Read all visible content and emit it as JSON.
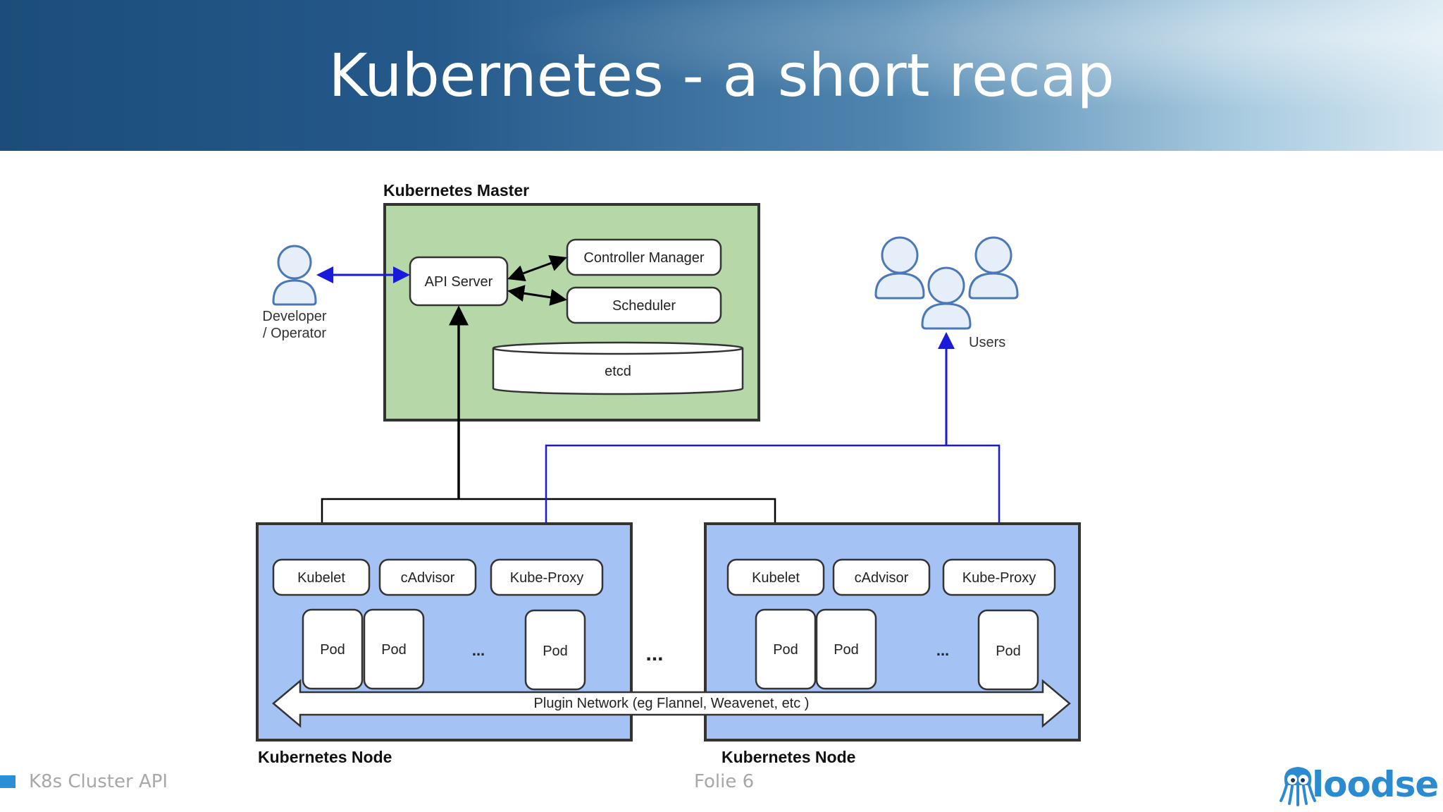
{
  "slide": {
    "title": "Kubernetes - a short recap",
    "footer_left": "K8s Cluster API",
    "footer_center": "Folie 6",
    "logo_text": "loodse"
  },
  "diagram": {
    "master_label": "Kubernetes Master",
    "api_server": "API Server",
    "controller_manager": "Controller Manager",
    "scheduler": "Scheduler",
    "etcd": "etcd",
    "developer_label_line1": "Developer",
    "developer_label_line2": "/ Operator",
    "users_label": "Users",
    "node_label": "Kubernetes Node",
    "kubelet": "Kubelet",
    "cadvisor": "cAdvisor",
    "kube_proxy": "Kube-Proxy",
    "pod": "Pod",
    "ellipsis": "...",
    "plugin_network": "Plugin Network (eg Flannel, Weavenet, etc )"
  },
  "colors": {
    "master_fill": "#b6d7a8",
    "node_fill": "#a4c2f4",
    "blue_line": "#1a1adb",
    "accent": "#2b8fd6"
  }
}
